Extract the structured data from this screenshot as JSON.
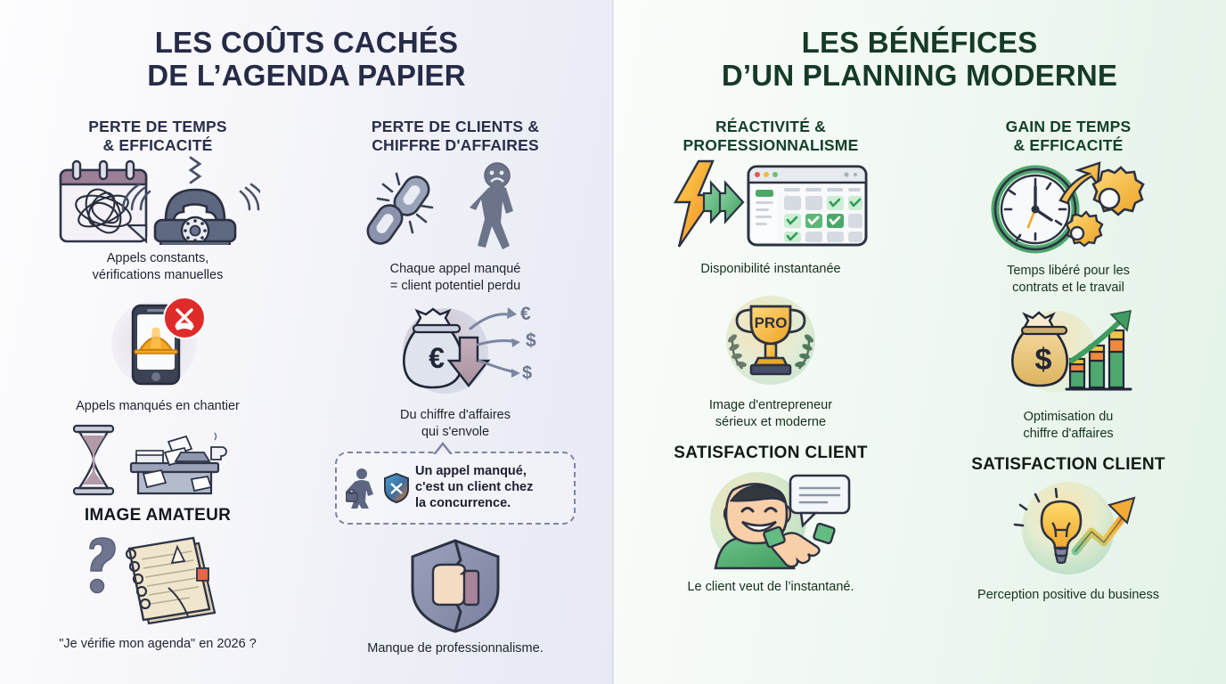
{
  "left_panel": {
    "title_line1": "LES COÛTS CACHÉS",
    "title_line2": "DE L’AGENDA PAPIER",
    "title_color": "#262b47",
    "columns": [
      {
        "heading_line1": "PERTE DE TEMPS",
        "heading_line2": "& EFFICACITÉ",
        "items": [
          {
            "icon": "calendar-scribble-phone-icon",
            "caption_line1": "Appels constants,",
            "caption_line2": "vérifications manuelles"
          },
          {
            "icon": "smartphone-missed-call-hardhat-icon",
            "caption_line1": "Appels manqués en chantier",
            "caption_line2": ""
          }
        ],
        "subheading": "IMAGE AMATEUR",
        "items2": [
          {
            "icon": "question-mark-torn-notepad-icon",
            "caption_line1": "\"Je vérifie mon agenda\" en 2026 ?",
            "caption_line2": ""
          }
        ]
      },
      {
        "heading_line1": "PERTE DE CLIENTS &",
        "heading_line2": "CHIFFRE D'AFFAIRES",
        "items": [
          {
            "icon": "broken-chain-sad-person-icon",
            "caption_line1": "Chaque appel manqué",
            "caption_line2": "= client potentiel perdu"
          },
          {
            "icon": "money-bag-down-arrow-icon",
            "caption_line1": "Du chiffre d'affaires",
            "caption_line2": "qui s'envole"
          }
        ],
        "quote": {
          "icon_person": "walking-businessman-icon",
          "icon_shield": "shield-icon",
          "line1": "Un appel manqué,",
          "line2": "c'est un client chez",
          "line3": "la concurrence."
        },
        "items2": [
          {
            "icon": "cracked-shield-thumbs-down-icon",
            "caption_line1": "Manque de professionnalisme.",
            "caption_line2": ""
          }
        ]
      }
    ]
  },
  "right_panel": {
    "title_line1": "LES BÉNÉFICES",
    "title_line2": "D’UN PLANNING MODERNE",
    "title_color": "#153a27",
    "columns": [
      {
        "heading_line1": "RÉACTIVITÉ &",
        "heading_line2": "PROFESSIONNALISME",
        "items": [
          {
            "icon": "lightning-tablet-checklist-icon",
            "caption_line1": "Disponibilité instantanée",
            "caption_line2": ""
          },
          {
            "icon": "trophy-pro-laurel-icon",
            "caption_line1": "Image d'entrepreneur",
            "caption_line2": "sérieux et moderne"
          }
        ],
        "subheading": "SATISFACTION CLIENT",
        "items2": [
          {
            "icon": "happy-client-handshake-chat-icon",
            "caption_line1": "Le client veut de l’instantané.",
            "caption_line2": ""
          }
        ]
      },
      {
        "heading_line1": "GAIN DE TEMPS",
        "heading_line2": "& EFFICACITÉ",
        "items": [
          {
            "icon": "clock-gears-arrow-icon",
            "caption_line1": "Temps libéré pour les",
            "caption_line2": "contrats et le travail"
          },
          {
            "icon": "money-bag-growth-chart-icon",
            "caption_line1": "Optimisation du",
            "caption_line2": "chiffre d'affaires"
          }
        ],
        "subheading": "SATISFACTION CLIENT",
        "items2": [
          {
            "icon": "lightbulb-rising-arrow-icon",
            "caption_line1": "Perception positive du business",
            "caption_line2": ""
          }
        ]
      }
    ]
  }
}
